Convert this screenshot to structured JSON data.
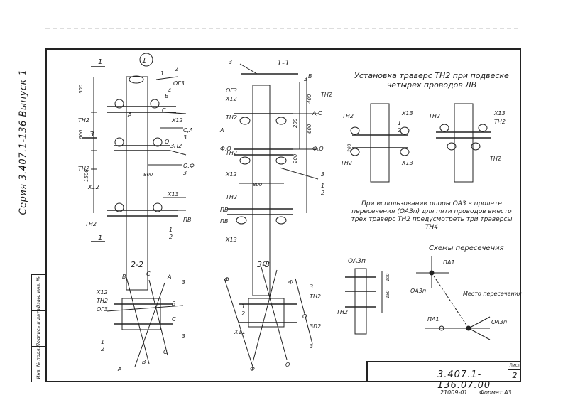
{
  "title": {
    "line1": "Установка траверс ТН2 при подвеске",
    "line2": "четырех проводов ЛВ"
  },
  "note": "При использовании опоры ОА3 в пролете пересечения (ОА3п) для пяти проводов вместо трех траверс ТН2 предусмотреть три траверсы ТН4",
  "schemes_title": "Схемы пересечения",
  "series_label": "Серия 3.407.1-136 Выпуск 1",
  "title_block": {
    "code": "3.407.1-136.07.00",
    "sheet_label": "Лист",
    "sheet_number": "2"
  },
  "footer": {
    "order": "21009-01",
    "format": "Формат А3"
  },
  "left_stamp": [
    "Инв. № подл.",
    "Подпись и дата",
    "Взам. инв. №"
  ],
  "view_labels": {
    "v1": "1",
    "s11": "1-1",
    "s22": "2-2",
    "s33": "3-3",
    "oa3p": "ОА3п"
  },
  "scheme_labels": {
    "pa1_top": "ПА1",
    "oa3p_left": "ОА3п",
    "cross_place": "Место пересечения",
    "pa1_bottom": "ПА1",
    "oa3p_bottom": "ОА3п"
  },
  "part_labels": {
    "tn2": "ТН2",
    "x12": "Х12",
    "x13": "Х13",
    "og3": "ОГ3",
    "zp2": "ЗП2",
    "x11": "Х11",
    "th2": "ТН2",
    "pv": "ПВ"
  },
  "dims": {
    "d500": "500",
    "d600": "600",
    "d1500": "1500",
    "d800": "800",
    "d400": "400",
    "d200": "200",
    "d150": "150",
    "d100": "100"
  },
  "phase_labels": {
    "A": "А",
    "B": "В",
    "C": "С",
    "O": "О",
    "F": "Ф",
    "CA": "С,А",
    "OF": "О,Ф",
    "AC": "А,С",
    "FO": "Ф,О"
  },
  "callouts": {
    "n1": "1",
    "n2": "2",
    "n3": "3",
    "n4": "4",
    "half": "1/2"
  }
}
